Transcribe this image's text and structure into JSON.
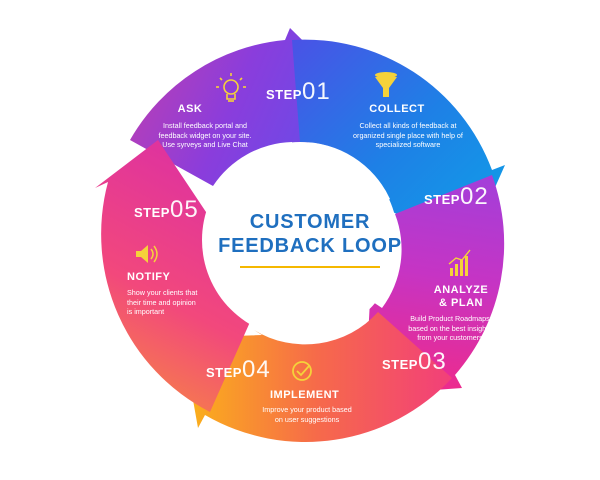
{
  "center": {
    "line1": "CUSTOMER",
    "line2": "FEEDBACK LOOP"
  },
  "steps": [
    {
      "step_word": "STEP",
      "step_number": "01",
      "title": "ASK",
      "description": "Install feedback portal and feedback widget on your site. Use syrveys and Live Chat",
      "icon": "lightbulb-icon",
      "color": "#9b3fd1"
    },
    {
      "step_word": "STEP",
      "step_number": "02",
      "title": "COLLECT",
      "description": "Collect all kinds of feedback at organized single place with help of specialized software",
      "icon": "funnel-icon",
      "color": "#1a7fe0"
    },
    {
      "step_word": "STEP",
      "step_number": "03",
      "title": "ANALYZE & PLAN",
      "description": "Build Product Roadmaps based on the best insights from your customers",
      "icon": "bar-chart-icon",
      "color": "#e81f8f"
    },
    {
      "step_word": "STEP",
      "step_number": "04",
      "title": "IMPLEMENT",
      "description": "Improve your product based on user suggestions",
      "icon": "check-circle-icon",
      "color": "#f7a81b"
    },
    {
      "step_word": "STEP",
      "step_number": "05",
      "title": "NOTIFY",
      "description": "Show your clients that their time and opinion is important",
      "icon": "speaker-icon",
      "color": "#ef3d86"
    }
  ],
  "colors": {
    "center_title": "#1f6fbf",
    "center_rule": "#f5b800",
    "icon_yellow": "#f5d23a"
  }
}
